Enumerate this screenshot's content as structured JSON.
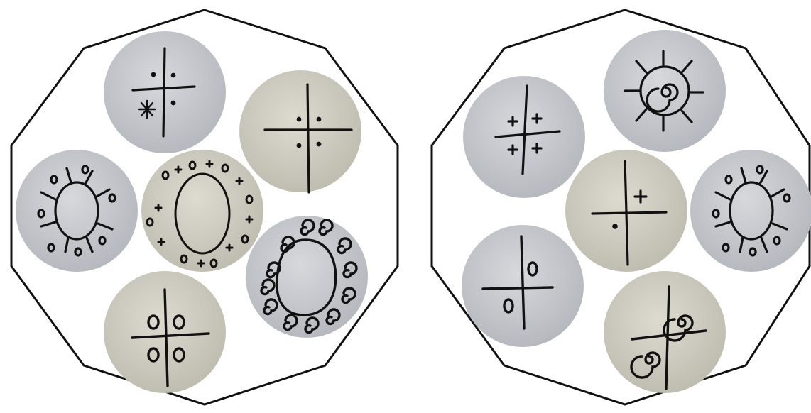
{
  "colors": {
    "ink": "#111111",
    "background": "#ffffff",
    "disc_gray": "#c5c7cc",
    "disc_beige": "#cfcdc1"
  },
  "groups": [
    {
      "id": "left",
      "discs": [
        {
          "id": "L1",
          "tone": "gray",
          "symbol": "cross-dots-asterisk"
        },
        {
          "id": "L2",
          "tone": "beige",
          "symbol": "cross-dots"
        },
        {
          "id": "L3",
          "tone": "gray",
          "symbol": "oval-rays-circles"
        },
        {
          "id": "L4",
          "tone": "beige",
          "symbol": "oval-ring-plus-circles"
        },
        {
          "id": "L5",
          "tone": "gray",
          "symbol": "oval-spirals"
        },
        {
          "id": "L6",
          "tone": "beige",
          "symbol": "cross-four-circles"
        }
      ]
    },
    {
      "id": "right",
      "discs": [
        {
          "id": "R1",
          "tone": "gray",
          "symbol": "sun-spiral"
        },
        {
          "id": "R2",
          "tone": "gray",
          "symbol": "cross-four-plus"
        },
        {
          "id": "R3",
          "tone": "beige",
          "symbol": "cross-plus-dot"
        },
        {
          "id": "R4",
          "tone": "gray",
          "symbol": "oval-rays-circles"
        },
        {
          "id": "R5",
          "tone": "gray",
          "symbol": "cross-two-circles"
        },
        {
          "id": "R6",
          "tone": "beige",
          "symbol": "cross-two-spirals"
        }
      ]
    }
  ]
}
